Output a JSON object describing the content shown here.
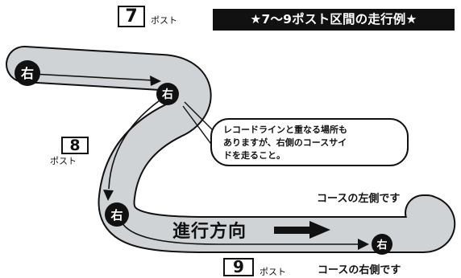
{
  "title": "★7～9ポスト区間の走行例★",
  "posts": {
    "post7": {
      "number": "7",
      "label": "ポスト"
    },
    "post8": {
      "number": "8",
      "label": "ポスト"
    },
    "post9": {
      "number": "9",
      "label": "ポスト"
    }
  },
  "markers": {
    "m1": "右",
    "m2": "右",
    "m3": "右",
    "m4": "右"
  },
  "callout": {
    "line1": "レコードラインと重なる場所も",
    "line2": "ありますが、右側のコースサイ",
    "line3": "ドを走ること。"
  },
  "side_labels": {
    "left_side": "コースの左側です",
    "right_side": "コースの右側です"
  },
  "direction": "進行方向",
  "colors": {
    "track_fill": "#cfd3d6",
    "track_outline": "#111111",
    "banner_bg": "#111111",
    "banner_text": "#ffffff",
    "marker_fill": "#111111",
    "marker_text": "#ffffff"
  }
}
